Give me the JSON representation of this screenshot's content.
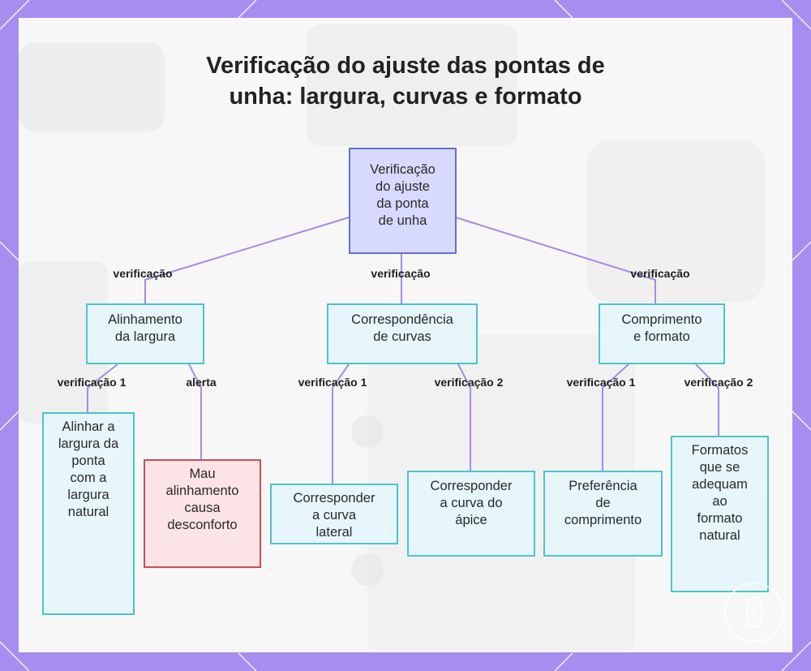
{
  "title": {
    "line1": "Verificação do ajuste das pontas de",
    "line2": "unha: largura, curvas e formato"
  },
  "root": {
    "text": "Verificação\ndo ajuste\nda ponta\nde unha"
  },
  "branches": [
    {
      "edge_label": "verificação",
      "text": "Alinhamento\nda largura",
      "children": [
        {
          "edge_label": "verificação 1",
          "text": "Alinhar a\nlargura da\nponta\ncom a\nlargura\nnatural",
          "kind": "normal"
        },
        {
          "edge_label": "alerta",
          "text": "Mau\nalinhamento\ncausa\ndesconforto",
          "kind": "alert"
        }
      ]
    },
    {
      "edge_label": "verificação",
      "text": "Correspondência\nde curvas",
      "children": [
        {
          "edge_label": "verificação 1",
          "text": "Corresponder\na curva\nlateral",
          "kind": "normal"
        },
        {
          "edge_label": "verificação 2",
          "text": "Corresponder\na curva do\nápice",
          "kind": "normal"
        }
      ]
    },
    {
      "edge_label": "verificação",
      "text": "Comprimento\ne formato",
      "children": [
        {
          "edge_label": "verificação 1",
          "text": "Preferência\nde\ncomprimento",
          "kind": "normal"
        },
        {
          "edge_label": "verificação 2",
          "text": "Formatos\nque se\nadequam\nao\nformato\nnatural",
          "kind": "normal"
        }
      ]
    }
  ],
  "colors": {
    "frame": "#a68ef0",
    "connector": "#a98ae6",
    "root_fill": "#d7dafc",
    "root_border": "#6470cf",
    "node_fill": "#e6f6fb",
    "node_border": "#4cc3cf",
    "alert_fill": "#fbe3e6",
    "alert_border": "#d04a57"
  }
}
